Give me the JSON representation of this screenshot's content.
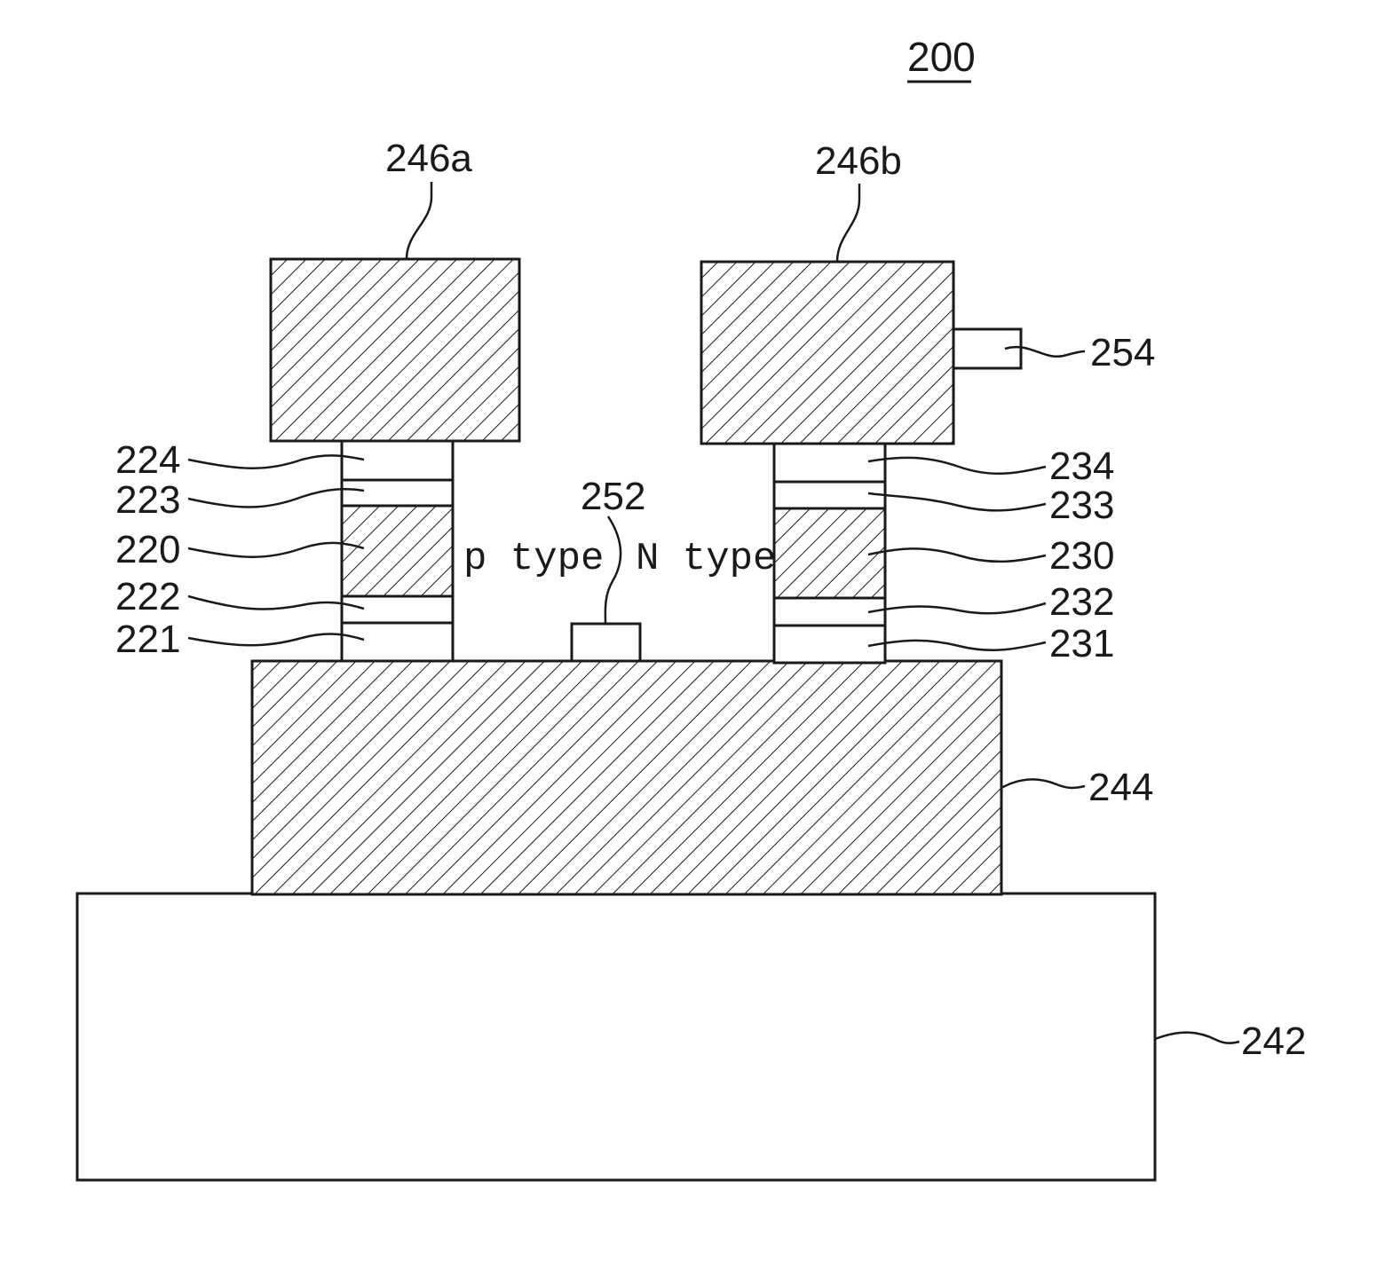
{
  "figure": {
    "number": "200",
    "electrodes": {
      "left": "246a",
      "right": "246b"
    },
    "contact_right": "254",
    "center_contact": "252",
    "left_stack": {
      "layer_top": "224",
      "layer_upper": "223",
      "core": "220",
      "layer_lower": "222",
      "layer_bottom": "221"
    },
    "right_stack": {
      "layer_top": "234",
      "layer_upper": "233",
      "core": "230",
      "layer_lower": "232",
      "layer_bottom": "231"
    },
    "middle_layer": "244",
    "substrate": "242",
    "region_labels": {
      "p": "p type",
      "n": "N type"
    }
  }
}
